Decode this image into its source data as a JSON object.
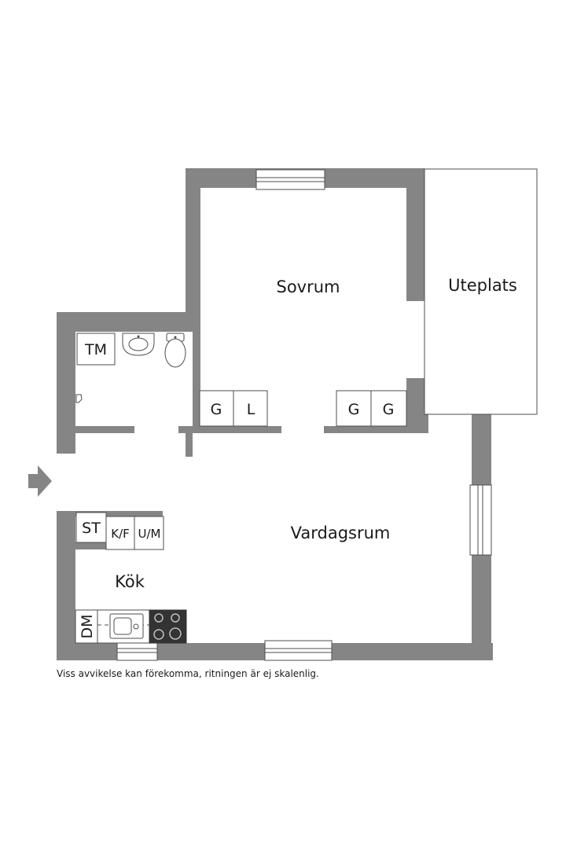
{
  "rooms": {
    "sovrum": "Sovrum",
    "uteplats": "Uteplats",
    "vardagsrum": "Vardagsrum",
    "kok": "Kök"
  },
  "fixtures": {
    "tm": "TM",
    "st": "ST",
    "kf": "K/F",
    "um": "U/M",
    "dm": "DM",
    "g": "G",
    "l": "L"
  },
  "disclaimer": "Viss avvikelse kan förekomma, ritningen är ej skalenlig.",
  "colors": {
    "wall": "#858585",
    "line": "#4d4d4d"
  }
}
